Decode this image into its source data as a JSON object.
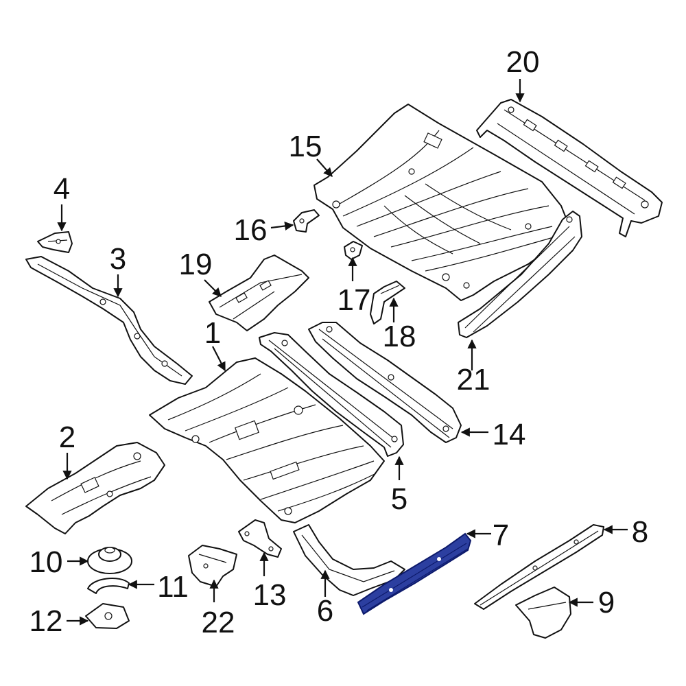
{
  "colors": {
    "line": "#111111",
    "background": "#ffffff",
    "highlight_fill": "#2c3fa0",
    "highlight_stroke": "#0d1a6b"
  },
  "highlighted_part": "7",
  "callouts": {
    "c1": "1",
    "c2": "2",
    "c3": "3",
    "c4": "4",
    "c5": "5",
    "c6": "6",
    "c7": "7",
    "c8": "8",
    "c9": "9",
    "c10": "10",
    "c11": "11",
    "c12": "12",
    "c13": "13",
    "c14": "14",
    "c15": "15",
    "c16": "16",
    "c17": "17",
    "c18": "18",
    "c19": "19",
    "c20": "20",
    "c21": "21",
    "c22": "22"
  }
}
